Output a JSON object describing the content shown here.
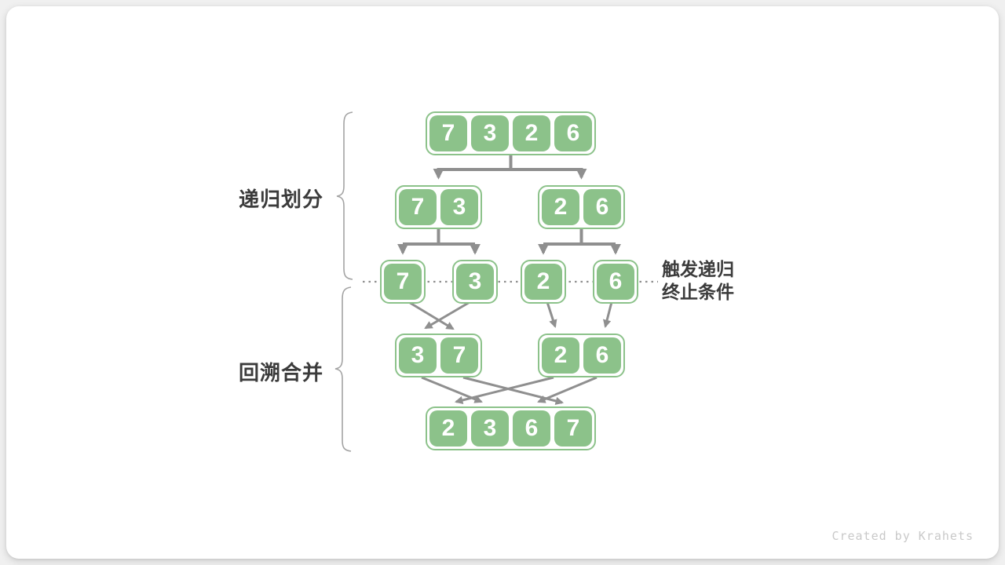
{
  "labels": {
    "divide": "递归划分",
    "merge": "回溯合并",
    "terminate_line1": "触发递归",
    "terminate_line2": "终止条件",
    "credit": "Created by Krahets"
  },
  "colors": {
    "cell_fill": "#8cc28a",
    "box_border": "#8cc28a",
    "arrow": "#8f8f8f",
    "brace": "#a3a3a3",
    "label_text": "#3b3b3b",
    "credit_text": "#c9c9c9",
    "card_bg": "#ffffff",
    "page_bg": "#f0f0f0"
  },
  "diagram": {
    "type": "merge-sort-recursion-tree",
    "rows": {
      "level0": {
        "array0": [
          "7",
          "3",
          "2",
          "6"
        ]
      },
      "level1": {
        "array0": [
          "7",
          "3"
        ],
        "array1": [
          "2",
          "6"
        ]
      },
      "level2": {
        "array0": [
          "7"
        ],
        "array1": [
          "3"
        ],
        "array2": [
          "2"
        ],
        "array3": [
          "6"
        ]
      },
      "merge1": {
        "array0": [
          "3",
          "7"
        ],
        "array1": [
          "2",
          "6"
        ]
      },
      "merge0": {
        "array0": [
          "2",
          "3",
          "6",
          "7"
        ]
      }
    }
  }
}
